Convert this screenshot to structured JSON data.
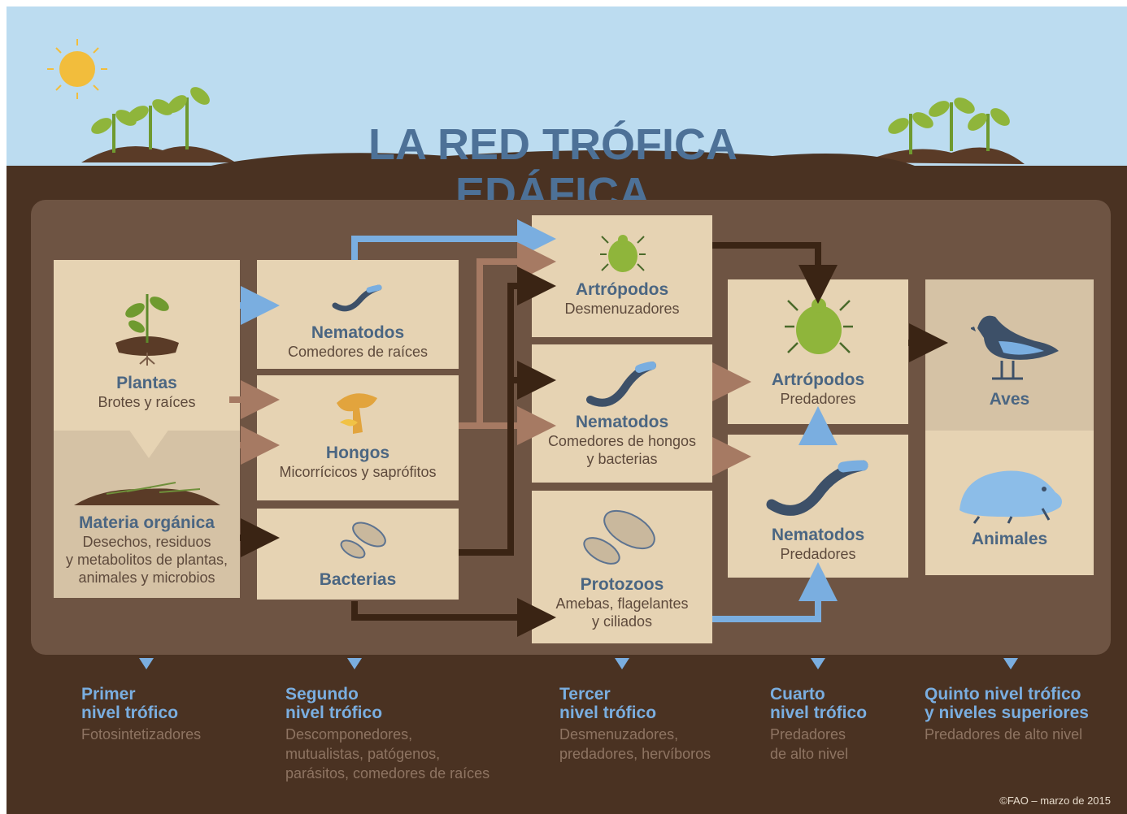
{
  "title": "LA RED TRÓFICA EDÁFICA",
  "boxes": {
    "plantas": {
      "name": "Plantas",
      "sub": "Brotes y raíces"
    },
    "materia": {
      "name": "Materia orgánica",
      "sub1": "Desechos, residuos",
      "sub2": "y metabolitos de plantas,",
      "sub3": "animales y microbios"
    },
    "nem_raices": {
      "name": "Nematodos",
      "sub": "Comedores de raíces"
    },
    "hongos": {
      "name": "Hongos",
      "sub": "Micorrícicos y saprófitos"
    },
    "bacterias": {
      "name": "Bacterias"
    },
    "artro_desm": {
      "name": "Artrópodos",
      "sub": "Desmenuzadores"
    },
    "nem_hongos": {
      "name": "Nematodos",
      "sub1": "Comedores de hongos",
      "sub2": "y bacterias"
    },
    "protozoos": {
      "name": "Protozoos",
      "sub1": "Amebas, flagelantes",
      "sub2": "y ciliados"
    },
    "artro_pred": {
      "name": "Artrópodos",
      "sub": "Predadores"
    },
    "nem_pred": {
      "name": "Nematodos",
      "sub": "Predadores"
    },
    "aves": {
      "name": "Aves"
    },
    "animales": {
      "name": "Animales"
    }
  },
  "levels": [
    {
      "h1": "Primer",
      "h2": "nivel trófico",
      "d1": "Fotosintetizadores"
    },
    {
      "h1": "Segundo",
      "h2": "nivel trófico",
      "d1": "Descomponedores,",
      "d2": "mutualistas, patógenos,",
      "d3": "parásitos, comedores de raíces"
    },
    {
      "h1": "Tercer",
      "h2": "nivel trófico",
      "d1": "Desmenuzadores,",
      "d2": "predadores, hervíboros"
    },
    {
      "h1": "Cuarto",
      "h2": "nivel trófico",
      "d1": "Predadores",
      "d2": "de alto nivel"
    },
    {
      "h1": "Quinto nivel trófico",
      "h2": "y niveles superiores",
      "d1": "Predadores de alto nivel"
    }
  ],
  "copyright": "©FAO  – marzo de 2015",
  "colors": {
    "sky": "#bcdcf0",
    "soil": "#4a3222",
    "panel": "#6e5443",
    "box": "#e6d3b3",
    "title": "#4d7197",
    "arrow_blue": "#7aaee0",
    "arrow_tan": "#a67a63",
    "arrow_dark": "#3a2414"
  }
}
